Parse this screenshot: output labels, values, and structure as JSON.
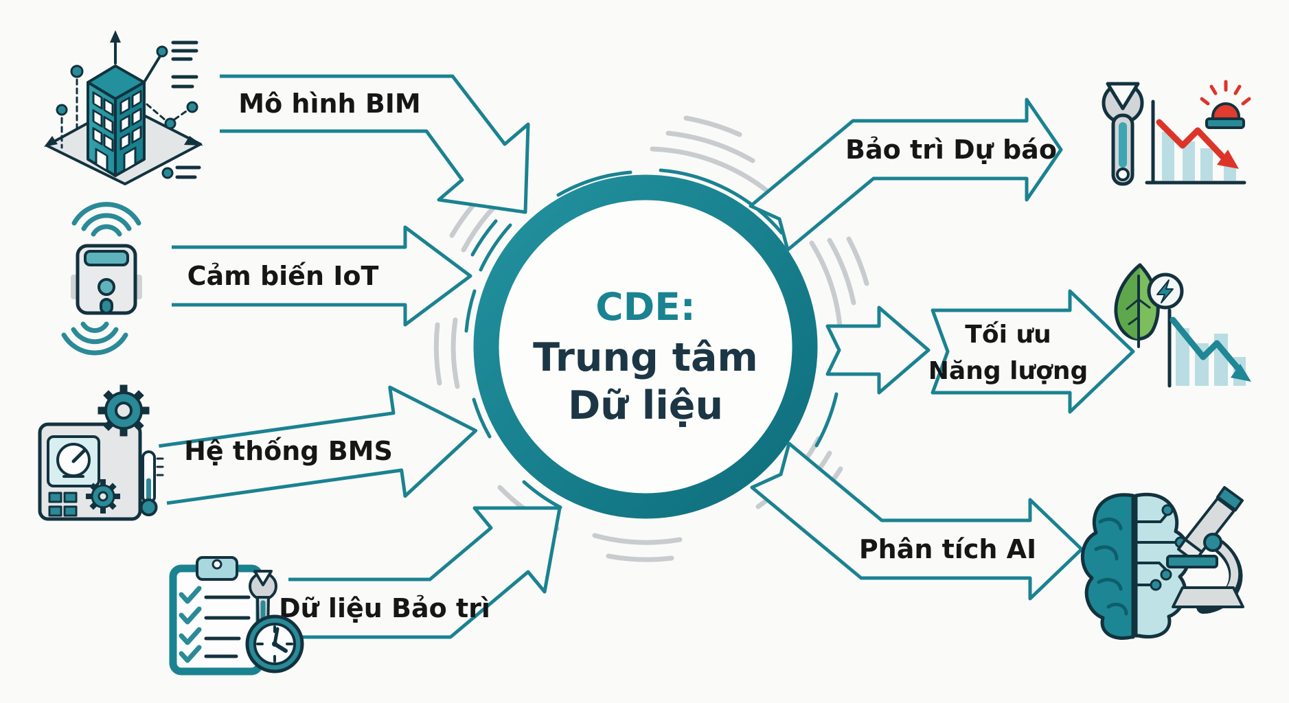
{
  "diagram_title": "CDE data hub diagram",
  "center": {
    "acronym": "CDE:",
    "line1": "Trung tâm",
    "line2": "Dữ liệu"
  },
  "inputs": [
    {
      "label": "Mô hình BIM",
      "icon": "bim-building-icon"
    },
    {
      "label": "Cảm biến IoT",
      "icon": "iot-sensor-icon"
    },
    {
      "label": "Hệ thống BMS",
      "icon": "bms-panel-icon"
    },
    {
      "label": "Dữ liệu Bảo trì",
      "icon": "maintenance-clipboard-icon"
    }
  ],
  "outputs": [
    {
      "label": "Bảo trì Dự báo",
      "icon": "wrench-alert-chart-icon"
    },
    {
      "label_line1": "Tối ưu",
      "label_line2": "Năng lượng",
      "icon": "leaf-energy-chart-icon"
    },
    {
      "label": "Phân tích AI",
      "icon": "brain-microscope-icon"
    }
  ],
  "colors": {
    "paper": "#fafaf8",
    "teal": "#1a8291",
    "teal_mid": "#2a8a97",
    "teal_light": "#5fb3bc",
    "dark": "#12323e",
    "ink": "#161616",
    "navy": "#1c3645",
    "gray_arc": "#c8cccf",
    "metal": "#d2d5d7",
    "red": "#dd342a",
    "green": "#7cbd5e",
    "green_dark": "#5ea74b",
    "bar": "#b9dde2"
  }
}
